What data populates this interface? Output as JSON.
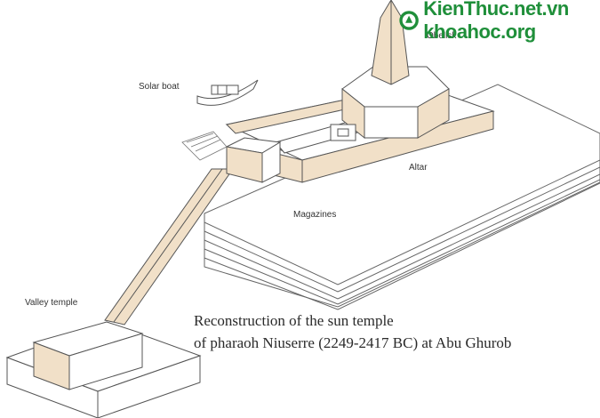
{
  "labels": {
    "solar_boat": "Solar boat",
    "obelisk": "Obelisk",
    "altar": "Altar",
    "magazines": "Magazines",
    "valley_temple": "Valley temple"
  },
  "caption": {
    "line1": "Reconstruction of the sun temple",
    "line2": "of pharaoh Niuserre (2249-2417 BC) at Abu Ghurob"
  },
  "watermark": {
    "text": "KienThuc.net.vn khoahoc.org",
    "color": "#1f8f3a"
  },
  "colors": {
    "wall_fill": "#f1e0c8",
    "stone_fill": "#ffffff",
    "line": "#555555"
  }
}
